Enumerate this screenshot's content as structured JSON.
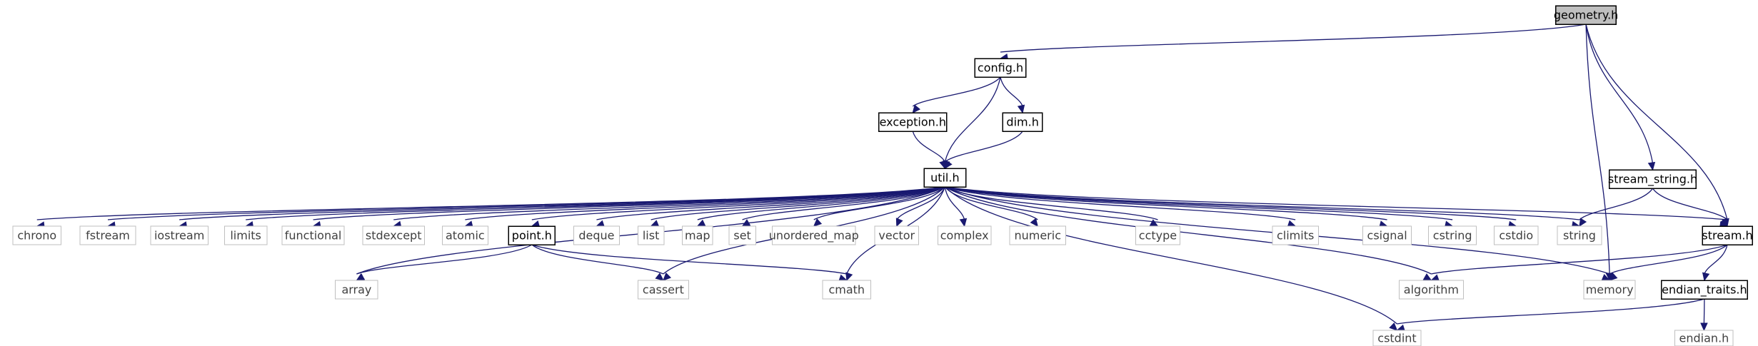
{
  "diagram": {
    "type": "include-dependency-graph",
    "colors": {
      "edge": "#191970",
      "internal_border": "#000000",
      "external_border": "#bfbfbf",
      "external_text": "#404040",
      "root_fill": "#bfbfbf"
    },
    "nodes": [
      {
        "id": "geometry",
        "label": "geometry.h",
        "kind": "root"
      },
      {
        "id": "config",
        "label": "config.h",
        "kind": "internal"
      },
      {
        "id": "exception",
        "label": "exception.h",
        "kind": "internal"
      },
      {
        "id": "dim",
        "label": "dim.h",
        "kind": "internal"
      },
      {
        "id": "util",
        "label": "util.h",
        "kind": "internal"
      },
      {
        "id": "stream_string",
        "label": "stream_string.h",
        "kind": "internal"
      },
      {
        "id": "stream",
        "label": "stream.h",
        "kind": "internal"
      },
      {
        "id": "point",
        "label": "point.h",
        "kind": "internal"
      },
      {
        "id": "endian_traits",
        "label": "endian_traits.h",
        "kind": "internal"
      },
      {
        "id": "chrono",
        "label": "chrono",
        "kind": "external"
      },
      {
        "id": "fstream",
        "label": "fstream",
        "kind": "external"
      },
      {
        "id": "iostream",
        "label": "iostream",
        "kind": "external"
      },
      {
        "id": "limits",
        "label": "limits",
        "kind": "external"
      },
      {
        "id": "functional",
        "label": "functional",
        "kind": "external"
      },
      {
        "id": "stdexcept",
        "label": "stdexcept",
        "kind": "external"
      },
      {
        "id": "atomic",
        "label": "atomic",
        "kind": "external"
      },
      {
        "id": "deque",
        "label": "deque",
        "kind": "external"
      },
      {
        "id": "list",
        "label": "list",
        "kind": "external"
      },
      {
        "id": "map",
        "label": "map",
        "kind": "external"
      },
      {
        "id": "set",
        "label": "set",
        "kind": "external"
      },
      {
        "id": "unordered_map",
        "label": "unordered_map",
        "kind": "external"
      },
      {
        "id": "vector",
        "label": "vector",
        "kind": "external"
      },
      {
        "id": "complex",
        "label": "complex",
        "kind": "external"
      },
      {
        "id": "numeric",
        "label": "numeric",
        "kind": "external"
      },
      {
        "id": "cctype",
        "label": "cctype",
        "kind": "external"
      },
      {
        "id": "climits",
        "label": "climits",
        "kind": "external"
      },
      {
        "id": "csignal",
        "label": "csignal",
        "kind": "external"
      },
      {
        "id": "cstring",
        "label": "cstring",
        "kind": "external"
      },
      {
        "id": "cstdio",
        "label": "cstdio",
        "kind": "external"
      },
      {
        "id": "string",
        "label": "string",
        "kind": "external"
      },
      {
        "id": "array",
        "label": "array",
        "kind": "external"
      },
      {
        "id": "cassert",
        "label": "cassert",
        "kind": "external"
      },
      {
        "id": "cmath",
        "label": "cmath",
        "kind": "external"
      },
      {
        "id": "algorithm",
        "label": "algorithm",
        "kind": "external"
      },
      {
        "id": "memory",
        "label": "memory",
        "kind": "external"
      },
      {
        "id": "cstdint",
        "label": "cstdint",
        "kind": "external"
      },
      {
        "id": "endian",
        "label": "endian.h",
        "kind": "external"
      }
    ],
    "edges": [
      {
        "from": "geometry",
        "to": "config"
      },
      {
        "from": "geometry",
        "to": "memory"
      },
      {
        "from": "geometry",
        "to": "stream_string"
      },
      {
        "from": "geometry",
        "to": "stream"
      },
      {
        "from": "config",
        "to": "exception"
      },
      {
        "from": "config",
        "to": "dim"
      },
      {
        "from": "config",
        "to": "util"
      },
      {
        "from": "exception",
        "to": "util"
      },
      {
        "from": "dim",
        "to": "util"
      },
      {
        "from": "util",
        "to": "chrono"
      },
      {
        "from": "util",
        "to": "fstream"
      },
      {
        "from": "util",
        "to": "iostream"
      },
      {
        "from": "util",
        "to": "limits"
      },
      {
        "from": "util",
        "to": "functional"
      },
      {
        "from": "util",
        "to": "stdexcept"
      },
      {
        "from": "util",
        "to": "atomic"
      },
      {
        "from": "util",
        "to": "point"
      },
      {
        "from": "util",
        "to": "deque"
      },
      {
        "from": "util",
        "to": "list"
      },
      {
        "from": "util",
        "to": "map"
      },
      {
        "from": "util",
        "to": "set"
      },
      {
        "from": "util",
        "to": "unordered_map"
      },
      {
        "from": "util",
        "to": "vector"
      },
      {
        "from": "util",
        "to": "complex"
      },
      {
        "from": "util",
        "to": "numeric"
      },
      {
        "from": "util",
        "to": "cctype"
      },
      {
        "from": "util",
        "to": "climits"
      },
      {
        "from": "util",
        "to": "csignal"
      },
      {
        "from": "util",
        "to": "cstring"
      },
      {
        "from": "util",
        "to": "cstdio"
      },
      {
        "from": "util",
        "to": "string"
      },
      {
        "from": "util",
        "to": "stream"
      },
      {
        "from": "util",
        "to": "array"
      },
      {
        "from": "util",
        "to": "cassert"
      },
      {
        "from": "util",
        "to": "cmath"
      },
      {
        "from": "util",
        "to": "algorithm"
      },
      {
        "from": "util",
        "to": "memory"
      },
      {
        "from": "util",
        "to": "cstdint"
      },
      {
        "from": "point",
        "to": "array"
      },
      {
        "from": "point",
        "to": "cassert"
      },
      {
        "from": "point",
        "to": "cmath"
      },
      {
        "from": "stream_string",
        "to": "string"
      },
      {
        "from": "stream_string",
        "to": "stream"
      },
      {
        "from": "stream",
        "to": "algorithm"
      },
      {
        "from": "stream",
        "to": "memory"
      },
      {
        "from": "stream",
        "to": "endian_traits"
      },
      {
        "from": "endian_traits",
        "to": "cstdint"
      },
      {
        "from": "endian_traits",
        "to": "endian"
      }
    ]
  }
}
